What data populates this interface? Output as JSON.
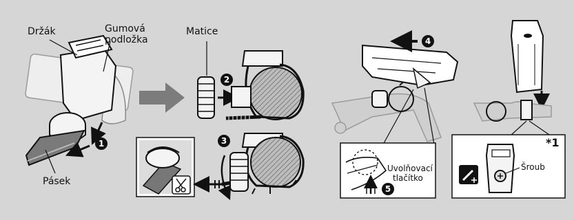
{
  "labels": {
    "holder": "Držák",
    "rubber_pad_line1": "Gumová",
    "rubber_pad_line2": "podložka",
    "nut": "Matice",
    "strap": "Pásek",
    "release_button_line1": "Uvolňovací",
    "release_button_line2": "tlačítko",
    "screw": "Šroub",
    "note_marker": "*1"
  },
  "steps": {
    "s1": "1",
    "s2": "2",
    "s3": "3",
    "s4": "4",
    "s5": "5"
  },
  "icons": [
    "arrow-right-icon",
    "arrow-left-icon",
    "arrow-down-icon",
    "arrow-up-icon",
    "scissors-icon",
    "screwdriver-icon",
    "rotate-icon"
  ],
  "colors": {
    "background": "#d6d6d6",
    "panel": "#ffffff",
    "ink": "#111111",
    "part_fill": "#f2f2f2",
    "hatch": "#777777"
  }
}
